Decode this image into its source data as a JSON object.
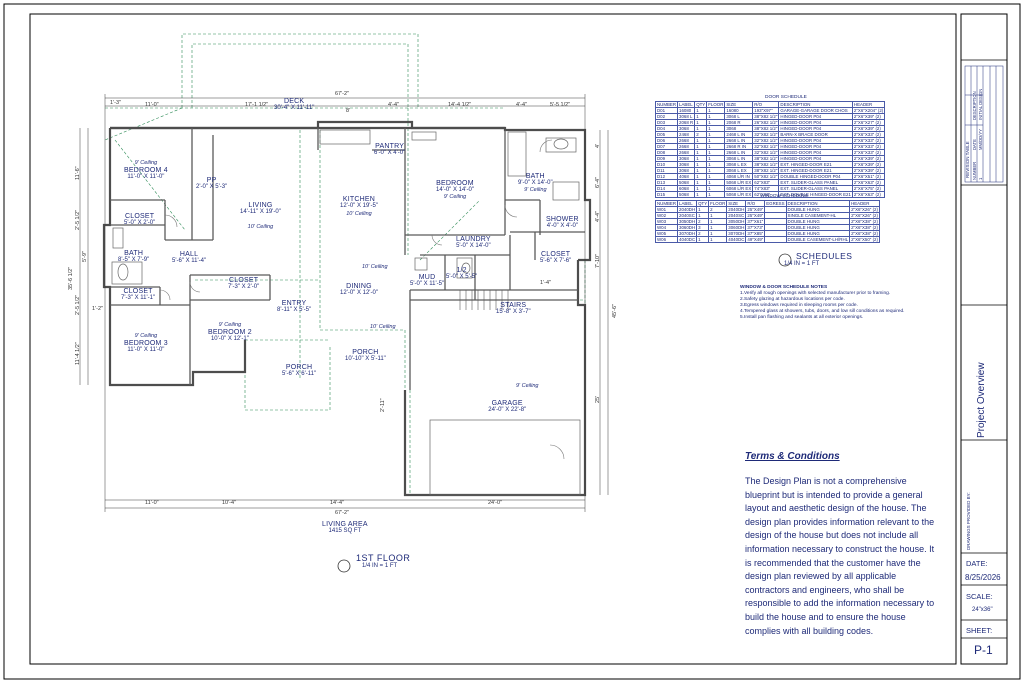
{
  "plan": {
    "deck": {
      "name": "DECK",
      "size": "30'-4\" X 11'-11\""
    },
    "rooms": [
      {
        "id": "bedroom4",
        "name": "BEDROOM 4",
        "size": "11'-0\" X 11'-0\"",
        "ceiling": "9' Ceiling"
      },
      {
        "id": "living",
        "name": "LIVING",
        "size": "14'-11\" X 19'-0\"",
        "ceiling": "10' Ceiling"
      },
      {
        "id": "kitchen",
        "name": "KITCHEN",
        "size": "12'-0\" X 19'-5\"",
        "ceiling": "10' Ceiling"
      },
      {
        "id": "pantry",
        "name": "PANTRY",
        "size": "6'-0\" X 4'-0\""
      },
      {
        "id": "bedroom",
        "name": "BEDROOM",
        "size": "14'-0\" X 14'-0\"",
        "ceiling": "9' Ceiling"
      },
      {
        "id": "bath1",
        "name": "BATH",
        "size": "9'-0\" X 14'-0\"",
        "ceiling": "9' Ceiling"
      },
      {
        "id": "shower",
        "name": "SHOWER",
        "size": "4'-0\" X 4'-0\""
      },
      {
        "id": "closet1",
        "name": "CLOSET",
        "size": "5'-0\" X 2'-0\""
      },
      {
        "id": "pp",
        "name": "PP",
        "size": "2'-0\" X 5'-3\""
      },
      {
        "id": "bath2",
        "name": "BATH",
        "size": "8'-5\" X 7'-9\""
      },
      {
        "id": "hall",
        "name": "HALL",
        "size": "5'-6\" X 11'-4\""
      },
      {
        "id": "laundry",
        "name": "LAUNDRY",
        "size": "5'-0\" X 14'-0\""
      },
      {
        "id": "closet2",
        "name": "CLOSET",
        "size": "5'-6\" X 7'-6\""
      },
      {
        "id": "closet3",
        "name": "CLOSET",
        "size": "7'-3\" X 2'-0\""
      },
      {
        "id": "mud",
        "name": "MUD",
        "size": "5'-0\" X 11'-5\""
      },
      {
        "id": "half",
        "name": "1/2",
        "size": "5'-0\" X 5'-5\""
      },
      {
        "id": "dining",
        "name": "DINING",
        "size": "12'-0\" X 12'-0\"",
        "ceiling": "10' Ceiling"
      },
      {
        "id": "stairs",
        "name": "STAIRS",
        "size": "15'-8\" X 3'-7\""
      },
      {
        "id": "closet4",
        "name": "CLOSET",
        "size": "7'-3\" X 11'-1\""
      },
      {
        "id": "bedroom3",
        "name": "BEDROOM 3",
        "size": "11'-0\" X 11'-0\"",
        "ceiling": "9' Ceiling"
      },
      {
        "id": "bedroom2",
        "name": "BEDROOM 2",
        "size": "10'-0\" X 12'-1\"",
        "ceiling": "9' Ceiling"
      },
      {
        "id": "entry",
        "name": "ENTRY",
        "size": "8'-11\" X 5'-5\""
      },
      {
        "id": "porch1",
        "name": "PORCH",
        "size": "10'-10\" X 5'-11\""
      },
      {
        "id": "porch2",
        "name": "PORCH",
        "size": "5'-6\" X 6'-11\""
      },
      {
        "id": "garage",
        "name": "GARAGE",
        "size": "24'-0\" X 22'-8\"",
        "ceiling": "9' Ceiling"
      }
    ],
    "ceiling_extra": "10' Ceiling",
    "dims_top": [
      "67'-2\"",
      "1'-3\"",
      "11'-0\"",
      "17'-1 1/2\"",
      "8'",
      "4'-4\"",
      "14'-4 1/2\"",
      "4'-4\"",
      "5'-5 1/2\""
    ],
    "dims_bottom": [
      "67'-2\"",
      "11'-0\"",
      "10'-4\"",
      "14'-4\"",
      "24'-0\""
    ],
    "dims_left": [
      "35'-6 1/2\"",
      "11'-6\"",
      "2'-5 1/2\"",
      "5'-9\"",
      "2'-5 1/2\"",
      "11'-4 1/2\"",
      "1'-2\""
    ],
    "dims_right": [
      "45'-6\"",
      "4'",
      "6'-4\"",
      "4'-4\"",
      "7'-10\"",
      "25'",
      "2'-11\"",
      "1'-4\""
    ],
    "living_area": {
      "label": "LIVING AREA",
      "value": "1415 SQ FT"
    },
    "caption": {
      "title": "1ST FLOOR",
      "scale": "1/4 IN = 1 FT"
    }
  },
  "door_schedule": {
    "title": "DOOR SCHEDULE",
    "headers": [
      "NUMBER",
      "LABEL",
      "QTY",
      "FLOOR",
      "SIZE",
      "R/O",
      "DESCRIPTION",
      "HEADER"
    ],
    "rows": [
      [
        "D01",
        "16080",
        "1",
        "1",
        "16080",
        "193\"X97\"",
        "GARAGE-GARAGE DOOR CHOS",
        "2\"X6\"X204\" (2)"
      ],
      [
        "D02",
        "3068 L",
        "1",
        "1",
        "3068 L",
        "38\"X82 1/2\"",
        "HINGED-DOOR P04",
        "2\"X6\"X39\" (2)"
      ],
      [
        "D03",
        "2068 R",
        "1",
        "1",
        "2068 R",
        "26\"X82 1/2\"",
        "HINGED-DOOR P04",
        "2\"X6\"X27\" (2)"
      ],
      [
        "D04",
        "3068",
        "1",
        "1",
        "3068",
        "38\"X82 1/2\"",
        "HINGED-DOOR P04",
        "2\"X6\"X39\" (2)"
      ],
      [
        "D05",
        "2468",
        "2",
        "1",
        "2468 L IN",
        "32\"X82 1/2\"",
        "BARN-X BRACE DOOR",
        "2\"X6\"X33\" (2)"
      ],
      [
        "D06",
        "2668",
        "1",
        "1",
        "2668 L IN",
        "32\"X82 1/2\"",
        "HINGED-DOOR P04",
        "2\"X6\"X33\" (2)"
      ],
      [
        "D07",
        "2668",
        "1",
        "1",
        "2668 R IN",
        "32\"X82 1/2\"",
        "HINGED-DOOR P04",
        "2\"X6\"X33\" (2)"
      ],
      [
        "D08",
        "2668",
        "1",
        "1",
        "2668 L IN",
        "32\"X82 1/2\"",
        "HINGED-DOOR P04",
        "2\"X6\"X33\" (2)"
      ],
      [
        "D09",
        "3068",
        "1",
        "1",
        "3068 L IN",
        "38\"X82 1/2\"",
        "HINGED-DOOR P04",
        "2\"X6\"X39\" (2)"
      ],
      [
        "D10",
        "3068",
        "1",
        "1",
        "3068 L EX",
        "38\"X82 1/2\"",
        "EXT. HINGED-DOOR E21",
        "2\"X6\"X39\" (2)"
      ],
      [
        "D11",
        "3068",
        "1",
        "1",
        "3068 L EX",
        "38\"X82 1/2\"",
        "EXT. HINGED-DOOR E21",
        "2\"X6\"X39\" (2)"
      ],
      [
        "D12",
        "4068",
        "1",
        "1",
        "4068 L/R IN",
        "50\"X82 1/2\"",
        "DOUBLE HINGED-DOOR P04",
        "2\"X6\"X51\" (2)"
      ],
      [
        "D13",
        "5068",
        "1",
        "1",
        "5068 L/R EX",
        "62\"X83\"",
        "EXT. SLIDER-GLASS PANEL",
        "2\"X6\"X63\" (2)"
      ],
      [
        "D14",
        "6068",
        "1",
        "1",
        "6068 L/R EX",
        "74\"X83\"",
        "EXT. SLIDER-GLASS PANEL",
        "2\"X6\"X75\" (2)"
      ],
      [
        "D15",
        "5068",
        "1",
        "1",
        "5068 L/R EX",
        "62\"X83\"",
        "EXT. DOUBLE HINGED-DOOR E21",
        "2\"X6\"X63\" (2)"
      ]
    ]
  },
  "window_schedule": {
    "title": "WINDOW SCHEDULE",
    "headers": [
      "NUMBER",
      "LABEL",
      "QTY",
      "FLOOR",
      "SIZE",
      "R/O",
      "EGRESS",
      "DESCRIPTION",
      "HEADER"
    ],
    "rows": [
      [
        "W01",
        "2040DH",
        "1",
        "2",
        "2040DH",
        "25\"X49\"",
        "",
        "DOUBLE HUNG",
        "2\"X6\"X26\" (2)"
      ],
      [
        "W02",
        "2040SC",
        "1",
        "1",
        "2040SC",
        "25\"X49\"",
        "",
        "SINGLE CASEMENT-HL",
        "2\"X6\"X26\" (2)"
      ],
      [
        "W03",
        "3050DH",
        "2",
        "1",
        "3050DH",
        "37\"X61\"",
        "",
        "DOUBLE HUNG",
        "2\"X6\"X38\" (2)"
      ],
      [
        "W04",
        "3060DH",
        "3",
        "1",
        "3060DH",
        "37\"X73\"",
        "",
        "DOUBLE HUNG",
        "2\"X6\"X38\" (2)"
      ],
      [
        "W05",
        "3070DH",
        "2",
        "1",
        "3070DH",
        "37\"X85\"",
        "",
        "DOUBLE HUNG",
        "2\"X6\"X38\" (2)"
      ],
      [
        "W06",
        "4040DC",
        "1",
        "1",
        "4040DC",
        "49\"X49\"",
        "",
        "DOUBLE CASEMENT-LH/RHL",
        "2\"X6\"X50\" (2)"
      ]
    ]
  },
  "schedule_notes": {
    "title": "WINDOW & DOOR SCHEDULE NOTES",
    "items": [
      "1.Verify all rough openings with selected manufacturer prior to framing.",
      "2.Safety glazing at hazardous locations per code.",
      "3.Egress windows required in sleeping rooms per code.",
      "4.Tempered glass at showers, tubs, doors, and low sill conditions as required.",
      "5.Install pan flashing and sealants at all exterior openings."
    ]
  },
  "schedules_caption": {
    "title": "SCHEDULES",
    "scale": "1/4 IN = 1 FT"
  },
  "terms": {
    "title": "Terms & Conditions",
    "body": "The Design Plan is not a comprehensive blueprint but is intended to provide a general layout and aesthetic design of the house. The design plan provides information relevant to the design of the house but does not include all information necessary to construct the house. It is recommended that the customer have the design plan reviewed by all applicable contractors and engineers, who shall be responsible to add the information necessary to build the house and to ensure the house complies with all building codes."
  },
  "title_block": {
    "revision_headers": [
      "NUMBER",
      "DATE",
      "DESCRIPTION"
    ],
    "revision_title": "REVISION TABLE",
    "revision_row": [
      "1",
      "MM/DD/YY",
      "INITIAL DESIGN"
    ],
    "sheet_title": "Project Overview",
    "drawings_by": "DRAWINGS PROVIDED BY:",
    "date_label": "DATE:",
    "date_value": "8/25/2026",
    "scale_label": "SCALE:",
    "scale_value": "24\"x36\"",
    "sheet_label": "SHEET:",
    "sheet_value": "P-1"
  },
  "colors": {
    "ink": "#1e2a78",
    "wall": "#4d4d4d",
    "guide": "#2e8b57",
    "dim": "#3b3b3b"
  }
}
